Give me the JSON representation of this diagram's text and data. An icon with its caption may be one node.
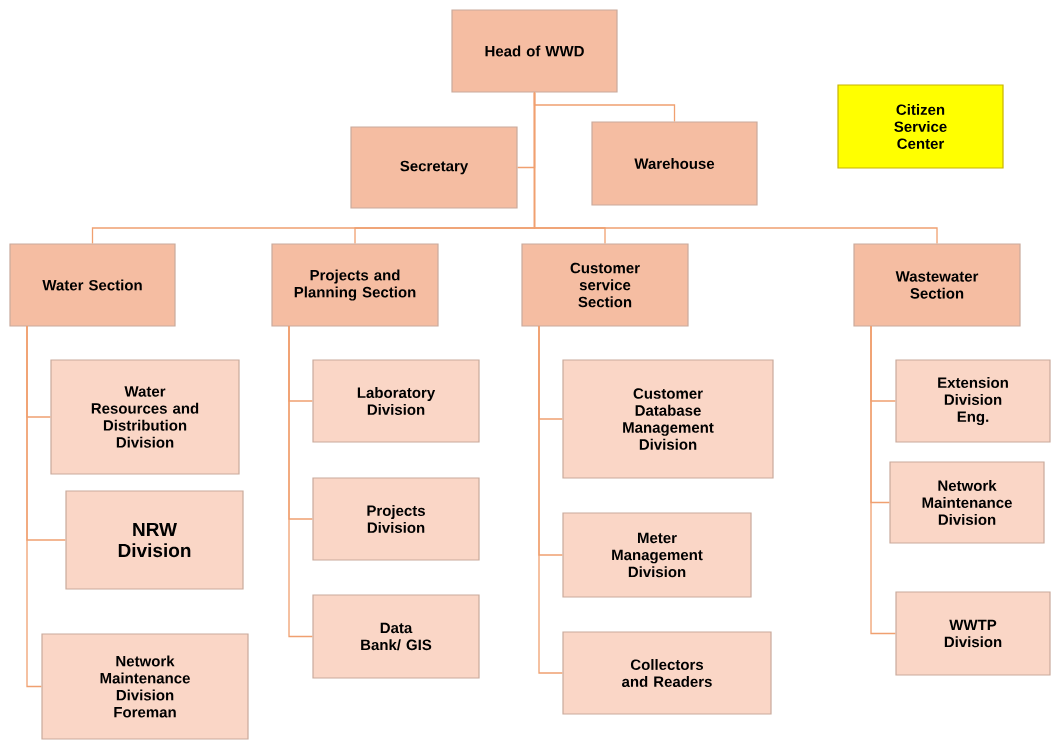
{
  "diagram": {
    "nodes": [
      {
        "text": [
          "Head of WWD"
        ]
      },
      {
        "text": [
          "Secretary"
        ]
      },
      {
        "text": [
          "Warehouse"
        ]
      },
      {
        "text": [
          "Citizen Service Center"
        ]
      },
      {
        "text": [
          "Water Section"
        ]
      },
      {
        "text": [
          "Projects and Planning Section"
        ]
      },
      {
        "text": [
          "Customer service Section"
        ]
      },
      {
        "text": [
          "Wastewater Section"
        ]
      },
      {
        "text": [
          "Water Resources  and Distribution Division"
        ]
      },
      {
        "text": [
          "NRW Division"
        ]
      },
      {
        "text": [
          "Network Maintenance Division Foreman"
        ]
      },
      {
        "text": [
          "Laboratory Division"
        ]
      },
      {
        "text": [
          "Projects Division"
        ]
      },
      {
        "text": [
          "Data Bank/ GIS"
        ]
      },
      {
        "text": [
          "Customer Database Management Division"
        ]
      },
      {
        "text": [
          "Meter Management Division"
        ]
      },
      {
        "text": [
          "Collectors and Readers"
        ]
      },
      {
        "text": [
          "Extension Division Eng."
        ]
      },
      {
        "text": [
          "Network Maintenance Division"
        ]
      },
      {
        "text": [
          "WWTP Division"
        ]
      }
    ],
    "edges": [
      {
        "from": 0,
        "to": 1,
        "arrow": "none"
      },
      {
        "from": 0,
        "to": 2,
        "arrow": "none"
      },
      {
        "from": 0,
        "to": 4,
        "arrow": "none"
      },
      {
        "from": 0,
        "to": 5,
        "arrow": "none"
      },
      {
        "from": 0,
        "to": 6,
        "arrow": "none"
      },
      {
        "from": 0,
        "to": 7,
        "arrow": "none"
      },
      {
        "from": 4,
        "to": 8,
        "arrow": "none"
      },
      {
        "from": 4,
        "to": 9,
        "arrow": "none"
      },
      {
        "from": 4,
        "to": 10,
        "arrow": "none"
      },
      {
        "from": 5,
        "to": 11,
        "arrow": "none"
      },
      {
        "from": 5,
        "to": 12,
        "arrow": "none"
      },
      {
        "from": 5,
        "to": 13,
        "arrow": "none"
      },
      {
        "from": 6,
        "to": 14,
        "arrow": "none"
      },
      {
        "from": 6,
        "to": 15,
        "arrow": "none"
      },
      {
        "from": 6,
        "to": 16,
        "arrow": "none"
      },
      {
        "from": 7,
        "to": 17,
        "arrow": "none"
      },
      {
        "from": 7,
        "to": 18,
        "arrow": "none"
      },
      {
        "from": 7,
        "to": 19,
        "arrow": "none"
      }
    ]
  }
}
